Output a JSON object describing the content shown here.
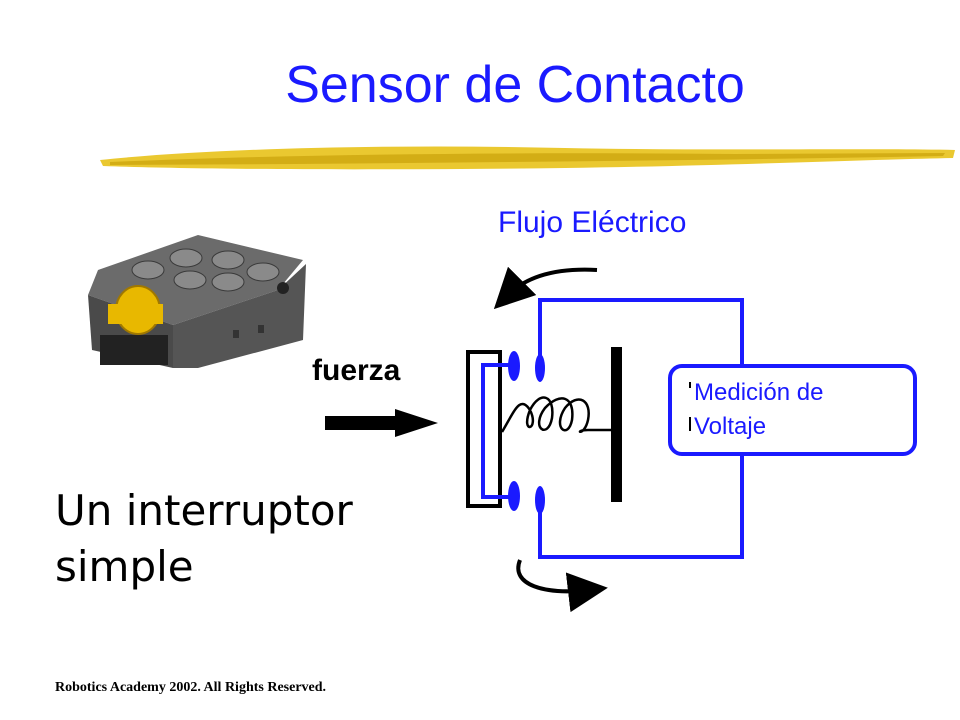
{
  "title": "Sensor de Contacto",
  "labels": {
    "flujo": "Flujo Eléctrico",
    "fuerza": "fuerza",
    "medicion_line1": "Medición de",
    "medicion_line2": "Voltaje"
  },
  "main_text": {
    "line1": "Un interruptor",
    "line2": "simple"
  },
  "footer": "Robotics Academy 2002. All Rights Reserved.",
  "colors": {
    "title": "#1a1aff",
    "circuit": "#1a1aff",
    "underline": "#e8c21a",
    "sensor_body": "#5a5a5a",
    "sensor_button": "#e8b800"
  },
  "icons": {
    "sensor": "lego-touch-sensor-icon",
    "force_arrow": "arrow-right-icon",
    "flow_arrows": "curved-arrow-icon"
  }
}
